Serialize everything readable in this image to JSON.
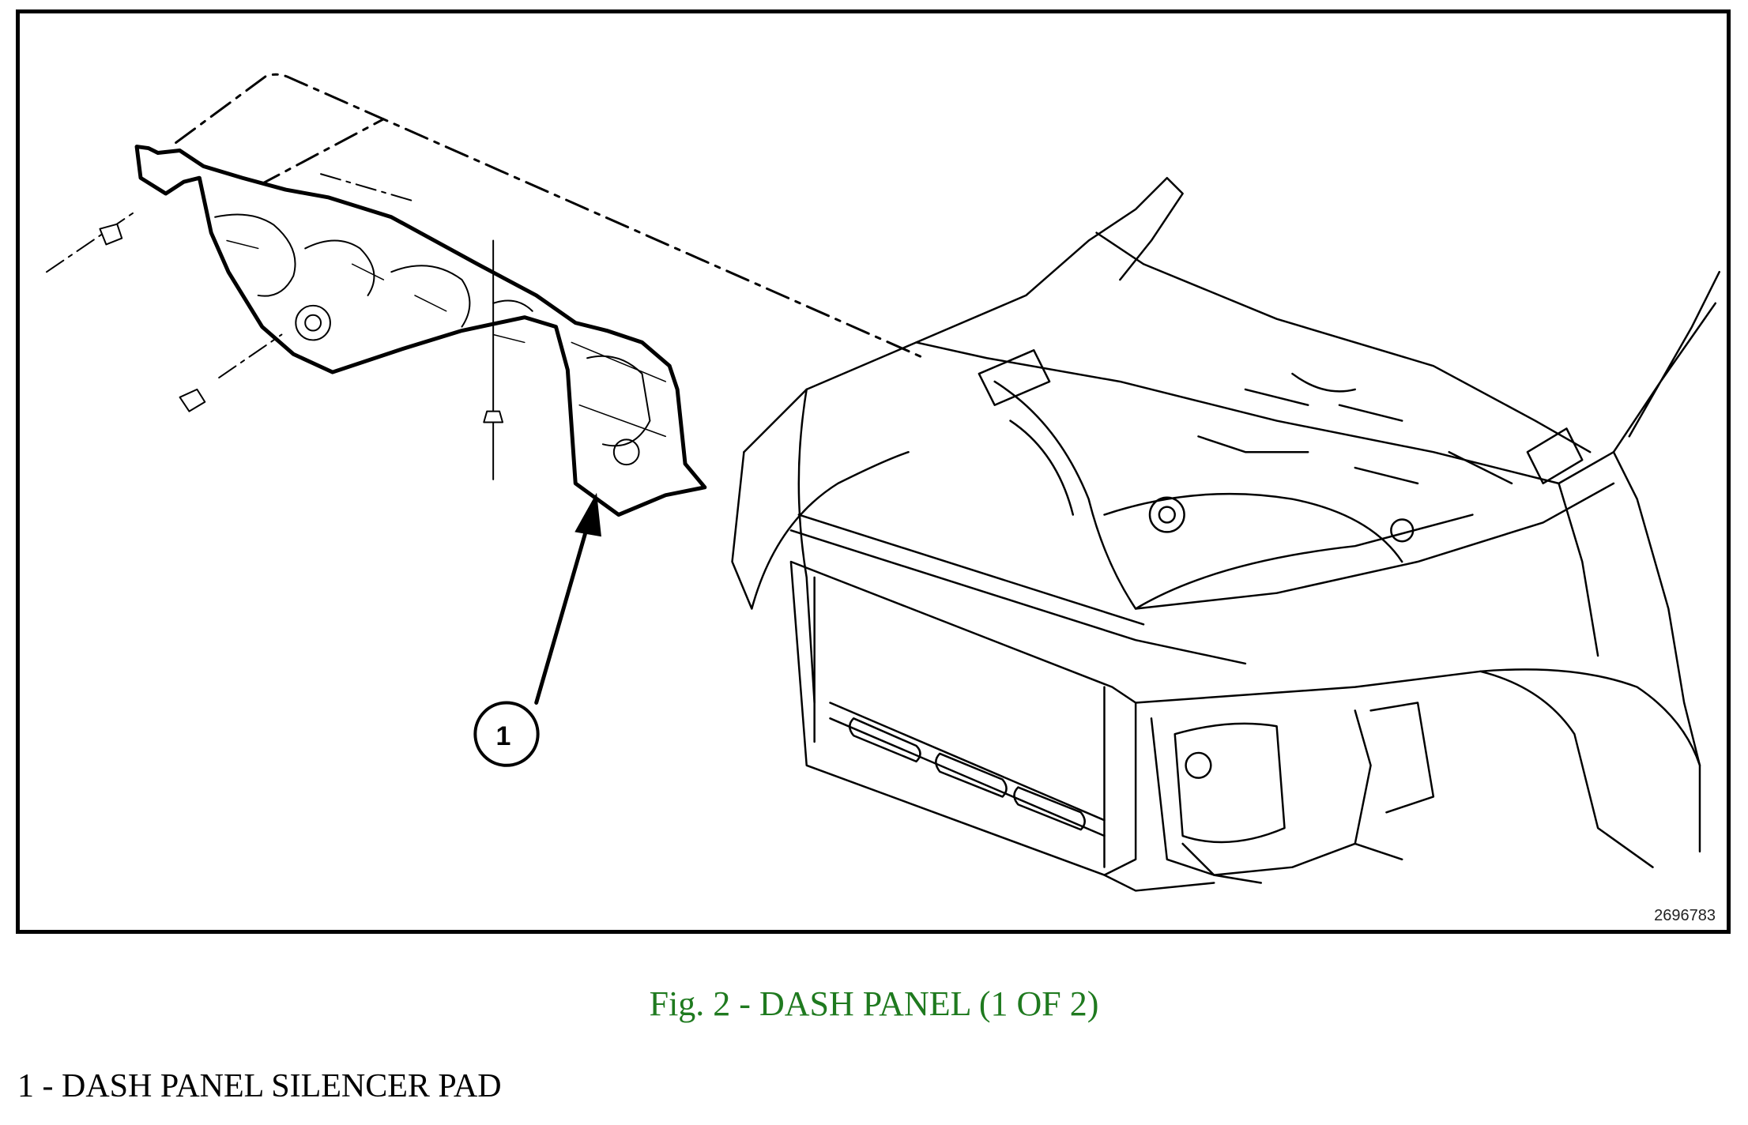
{
  "figure": {
    "id_label": "2696783",
    "callout_number": "1",
    "caption": "Fig. 2 - DASH PANEL (1 OF 2)"
  },
  "legend": {
    "items": [
      {
        "text": "1 - DASH PANEL SILENCER PAD"
      }
    ]
  },
  "colors": {
    "caption": "#1f7a1f",
    "line": "#000000"
  }
}
